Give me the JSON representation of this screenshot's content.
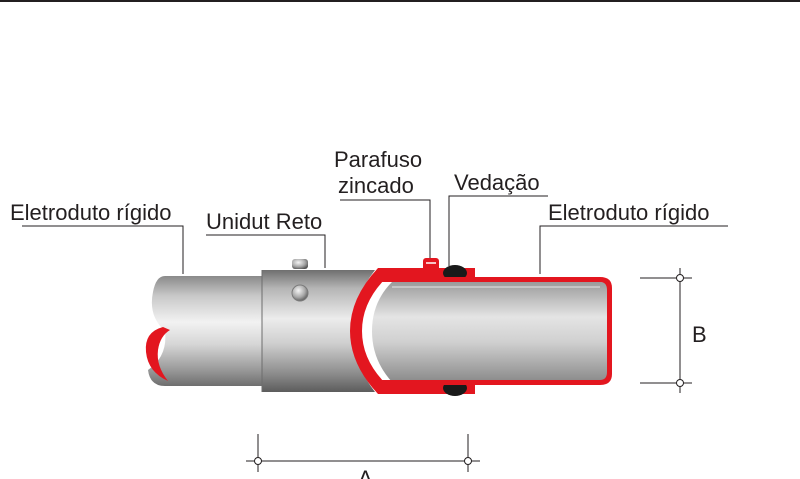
{
  "labels": {
    "left_conduit": "Eletroduto rígido",
    "unidut": "Unidut Reto",
    "screw_line1": "Parafuso",
    "screw_line2": "zincado",
    "seal": "Vedação",
    "right_conduit": "Eletroduto rígido",
    "dim_a": "A",
    "dim_b": "B"
  },
  "colors": {
    "accent_red": "#e3161f",
    "text": "#231f20",
    "metal_light": "#e6e6e6",
    "metal_dark": "#7d7d7d"
  }
}
